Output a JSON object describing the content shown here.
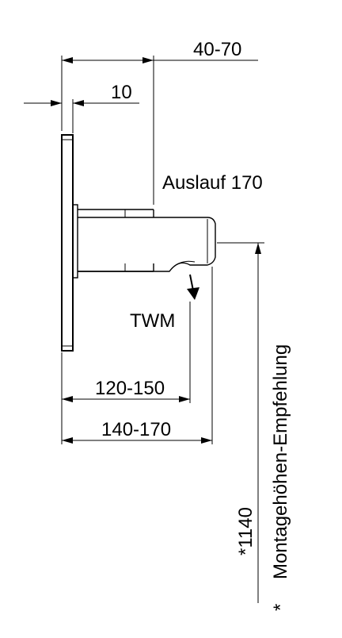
{
  "dimensions": {
    "top_offset": "40-70",
    "plate_thickness": "10",
    "near_projection": "120-150",
    "far_projection": "140-170",
    "height": "*1140"
  },
  "labels": {
    "spout": "Auslauf 170",
    "model": "TWM",
    "note_star": "*",
    "note_text": "Montagehöhen-Empfehlung"
  }
}
